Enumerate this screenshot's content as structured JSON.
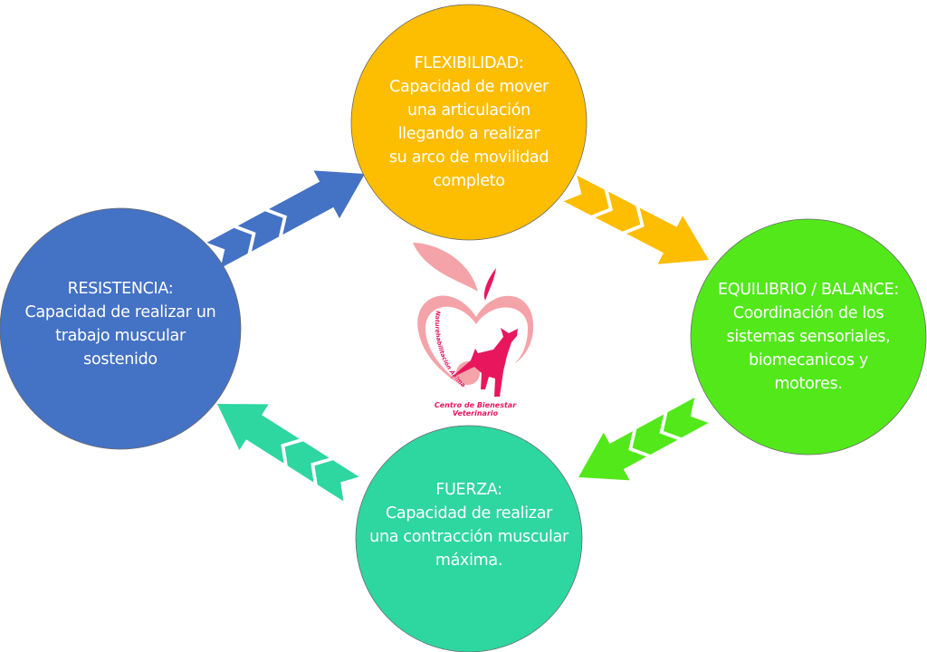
{
  "nodes": [
    {
      "id": "flexibilidad",
      "title": "FLEXIBILIDAD:",
      "lines": [
        "Capacidad de mover",
        "una articulación",
        "llegando a realizar",
        "su arco de movilidad",
        "completo"
      ],
      "color": "#fdbd00"
    },
    {
      "id": "equilibrio",
      "title": "EQUILIBRIO / BALANCE:",
      "lines": [
        "Coordinación de los",
        "sistemas sensoriales,",
        "biomecanicos y",
        "motores."
      ],
      "color": "#52e81a"
    },
    {
      "id": "fuerza",
      "title": "FUERZA:",
      "lines": [
        "Capacidad de realizar",
        "una contracción muscular",
        "máxima."
      ],
      "color": "#2ed6a0"
    },
    {
      "id": "resistencia",
      "title": "RESISTENCIA:",
      "lines": [
        "Capacidad de realizar un",
        "trabajo muscular",
        "sostenido"
      ],
      "color": "#4472c4"
    }
  ],
  "edges": [
    {
      "from": "resistencia",
      "to": "flexibilidad",
      "color": "#4472c4"
    },
    {
      "from": "flexibilidad",
      "to": "equilibrio",
      "color": "#fdbd00"
    },
    {
      "from": "equilibrio",
      "to": "fuerza",
      "color": "#52e81a"
    },
    {
      "from": "fuerza",
      "to": "resistencia",
      "color": "#2ed6a0"
    }
  ],
  "logo": {
    "arc_text": "Naturehabilitación Animal",
    "caption": "Centro de Bienestar Veterinario",
    "colors": {
      "light_pink": "#f4a3a8",
      "magenta": "#e8175d"
    }
  }
}
